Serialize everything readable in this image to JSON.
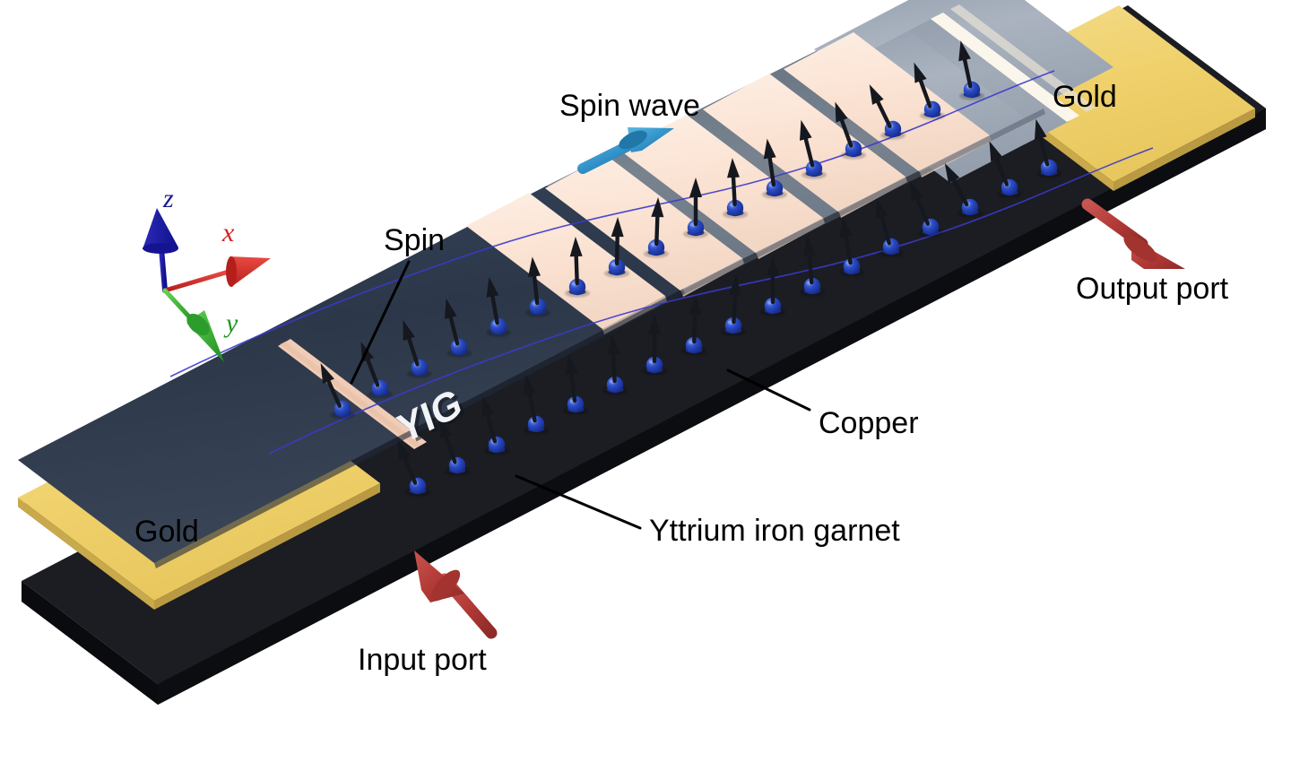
{
  "figure": {
    "kind": "3d-schematic",
    "description": "Magnonic waveguide: yttrium iron garnet strip with copper stripes and gold contact pads",
    "background": "#ffffff"
  },
  "labels": {
    "gold_left": "Gold",
    "gold_right": "Gold",
    "spin": "Spin",
    "spin_wave": "Spin wave",
    "copper": "Copper",
    "yttrium_iron_garnet": "Yttrium iron garnet",
    "input_port": "Input port",
    "output_port": "Output port",
    "yig_emboss": "YIG"
  },
  "axes": {
    "z": {
      "label": "z",
      "color": "#1a1a8c",
      "direction": "up"
    },
    "x": {
      "label": "x",
      "color": "#d02020",
      "direction": "right"
    },
    "y": {
      "label": "y",
      "color": "#1f9421",
      "direction": "down-right"
    }
  },
  "colors": {
    "gold": "#EFD573",
    "gold_edge": "#D8BC58",
    "substrate_dark": "#16171C",
    "yig_dark": "#2E3A4C",
    "yig_light": "#A3AEBC",
    "yig_mid": "#7E8A9A",
    "copper": "#FBE3D3",
    "copper_shadow": "#EBD0BE",
    "spin_sphere": "#1F3FB0",
    "spin_arrow": "#16181F",
    "wave_line": "#3A3ACC",
    "arrow_red": "#B33A36",
    "arrow_blue": "#2F8FC7",
    "text": "#000000",
    "white_stripe": "#FBF6EC"
  },
  "elements": {
    "gold_pads": 2,
    "copper_stripes": 6,
    "spin_rows": 2,
    "spins_per_row": 17,
    "wave_lines": 2,
    "ports": [
      "Input port",
      "Output port"
    ]
  },
  "leader_lines": [
    {
      "name": "spin",
      "from": [
        455,
        290
      ],
      "to": [
        392,
        424
      ]
    },
    {
      "name": "copper",
      "from": [
        902,
        455
      ],
      "to": [
        812,
        412
      ]
    },
    {
      "name": "yttrium-iron-garnet",
      "from": [
        712,
        588
      ],
      "to": [
        575,
        530
      ]
    }
  ]
}
